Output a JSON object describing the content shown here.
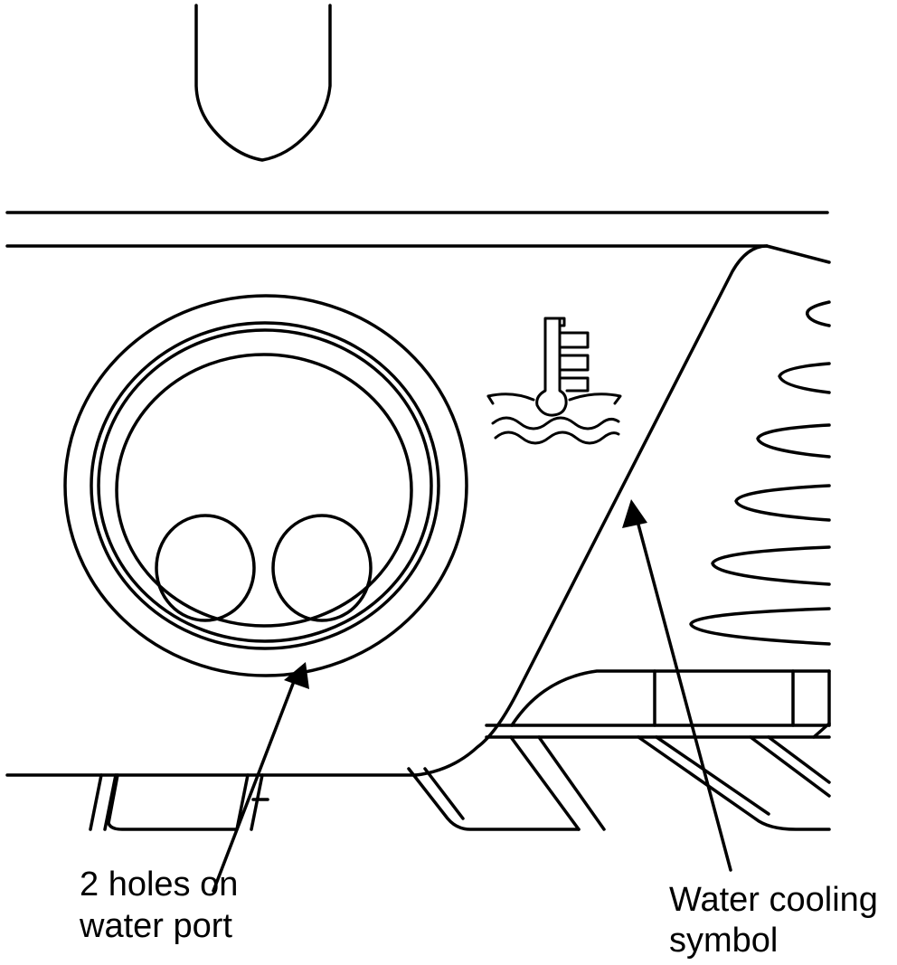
{
  "callouts": {
    "holes_label_line1": "2 holes on",
    "holes_label_line2": "water port",
    "symbol_label_line1": "Water cooling",
    "symbol_label_line2": "symbol"
  }
}
